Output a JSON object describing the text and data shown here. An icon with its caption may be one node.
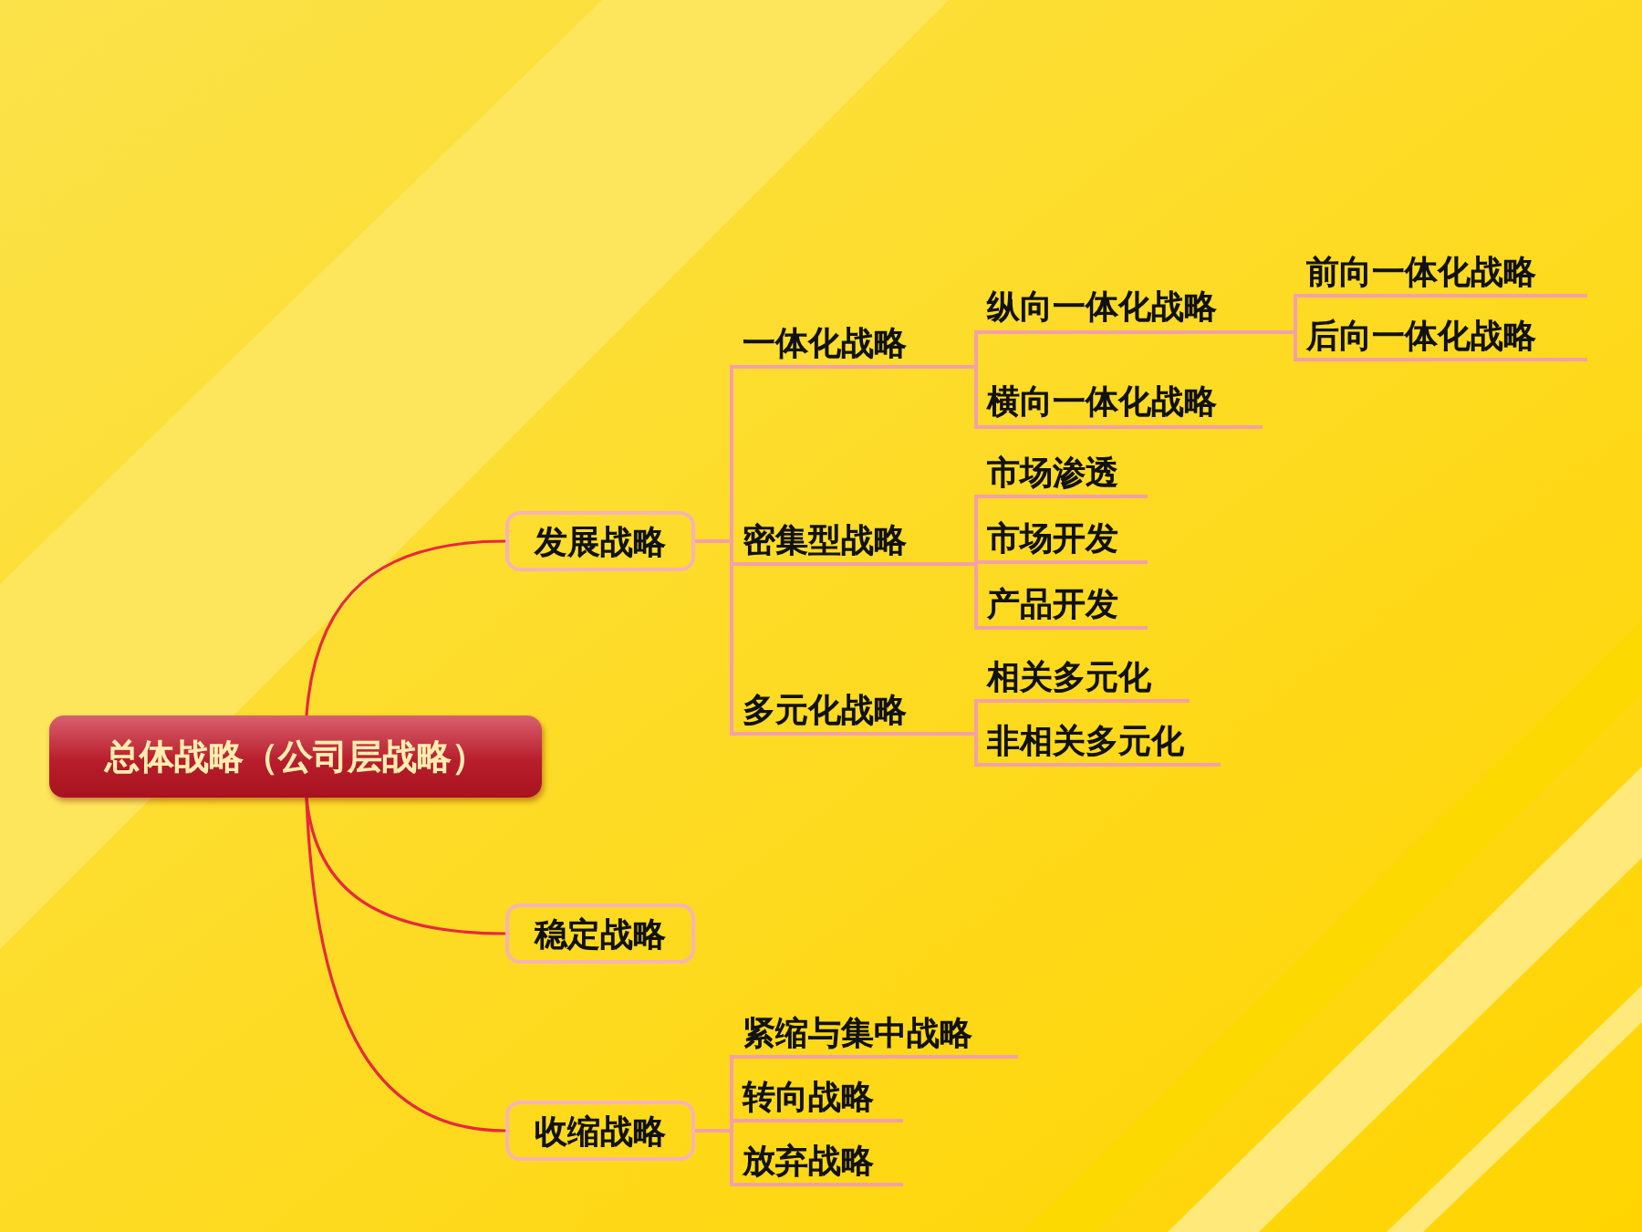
{
  "diagram": {
    "nodes": [
      {
        "text": [
          "总体战略（公司层战略）"
        ]
      },
      {
        "text": [
          "发展战略"
        ]
      },
      {
        "text": [
          "一体化战略"
        ]
      },
      {
        "text": [
          "纵向一体化战略"
        ]
      },
      {
        "text": [
          "前向一体化战略"
        ]
      },
      {
        "text": [
          "后向一体化战略"
        ]
      },
      {
        "text": [
          "横向一体化战略"
        ]
      },
      {
        "text": [
          "密集型战略"
        ]
      },
      {
        "text": [
          "市场渗透"
        ]
      },
      {
        "text": [
          "市场开发"
        ]
      },
      {
        "text": [
          "产品开发"
        ]
      },
      {
        "text": [
          "多元化战略"
        ]
      },
      {
        "text": [
          "相关多元化"
        ]
      },
      {
        "text": [
          "非相关多元化"
        ]
      },
      {
        "text": [
          "稳定战略"
        ]
      },
      {
        "text": [
          "收缩战略"
        ]
      },
      {
        "text": [
          "紧缩与集中战略"
        ]
      },
      {
        "text": [
          "转向战略"
        ]
      },
      {
        "text": [
          "放弃战略"
        ]
      }
    ],
    "edges": [
      {
        "from": 0,
        "to": 1,
        "arrow": "none",
        "color": "#e8283c"
      },
      {
        "from": 1,
        "to": 2,
        "arrow": "none"
      },
      {
        "from": 2,
        "to": 3,
        "arrow": "none"
      },
      {
        "from": 3,
        "to": 4,
        "arrow": "none"
      },
      {
        "from": 3,
        "to": 5,
        "arrow": "none"
      },
      {
        "from": 2,
        "to": 6,
        "arrow": "none"
      },
      {
        "from": 1,
        "to": 7,
        "arrow": "none"
      },
      {
        "from": 7,
        "to": 8,
        "arrow": "none"
      },
      {
        "from": 7,
        "to": 9,
        "arrow": "none"
      },
      {
        "from": 7,
        "to": 10,
        "arrow": "none"
      },
      {
        "from": 1,
        "to": 11,
        "arrow": "none"
      },
      {
        "from": 11,
        "to": 12,
        "arrow": "none"
      },
      {
        "from": 11,
        "to": 13,
        "arrow": "none"
      },
      {
        "from": 0,
        "to": 14,
        "arrow": "none",
        "color": "#e8283c"
      },
      {
        "from": 0,
        "to": 15,
        "arrow": "none",
        "color": "#e8283c"
      },
      {
        "from": 15,
        "to": 16,
        "arrow": "none"
      },
      {
        "from": 15,
        "to": 17,
        "arrow": "none"
      },
      {
        "from": 15,
        "to": 18,
        "arrow": "none"
      }
    ]
  }
}
